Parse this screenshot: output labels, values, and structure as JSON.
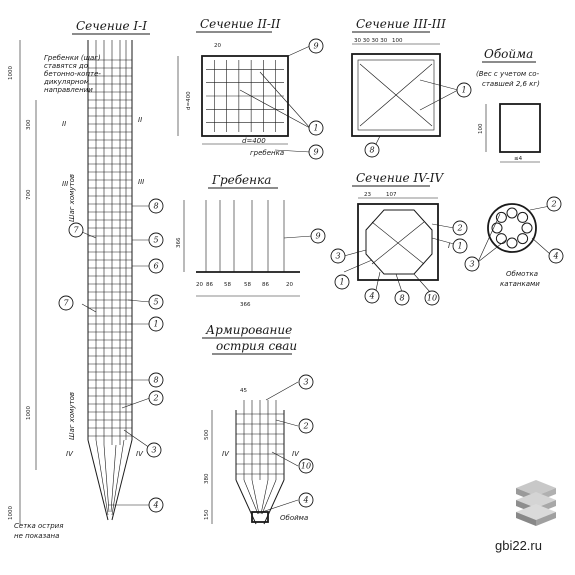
{
  "titles": {
    "section_1": "Сечение I-I",
    "section_2": "Сечение II-II",
    "section_3": "Сечение III-III",
    "section_4": "Сечение IV-IV",
    "comb": "Гребенка",
    "clip": "Обойма",
    "reinforcement_line1": "Армирование",
    "reinforcement_line2": "острия сваи"
  },
  "notes": {
    "comb_note": [
      "Гребенки (шаг)",
      "ставятся до",
      "бетонно-копте-",
      "дикулярном",
      "направлении"
    ],
    "clip_weight": [
      "(Вес с учетом со-",
      "ставшей 2,6 кг)"
    ],
    "cut_note": [
      "Сетка острия",
      "не показана"
    ],
    "wrap": [
      "Обмотка",
      "катанками"
    ],
    "clip_label": "Обойма",
    "comb_label": "гребенка"
  },
  "dimensions": {
    "d400": "d=400",
    "s20": "20",
    "s400": "400",
    "s366": "366",
    "s4": "4",
    "s100": "100",
    "s1000": "1000",
    "s300": "300",
    "s500": "500",
    "s380": "380",
    "s150": "150",
    "s45": "45",
    "comb_ticks": [
      "20",
      "86",
      "58",
      "58",
      "86",
      "20"
    ],
    "sec4_top": [
      "23",
      "107"
    ],
    "clip_w": "≤4",
    "step_700": "700",
    "step_100": "100",
    "step_label_1": "Шаг хомутов",
    "step_label_2": "Шаг хомутов"
  },
  "callouts": [
    "1",
    "2",
    "3",
    "4",
    "5",
    "6",
    "7",
    "8",
    "9",
    "10"
  ],
  "watermark": "gbi22.ru"
}
